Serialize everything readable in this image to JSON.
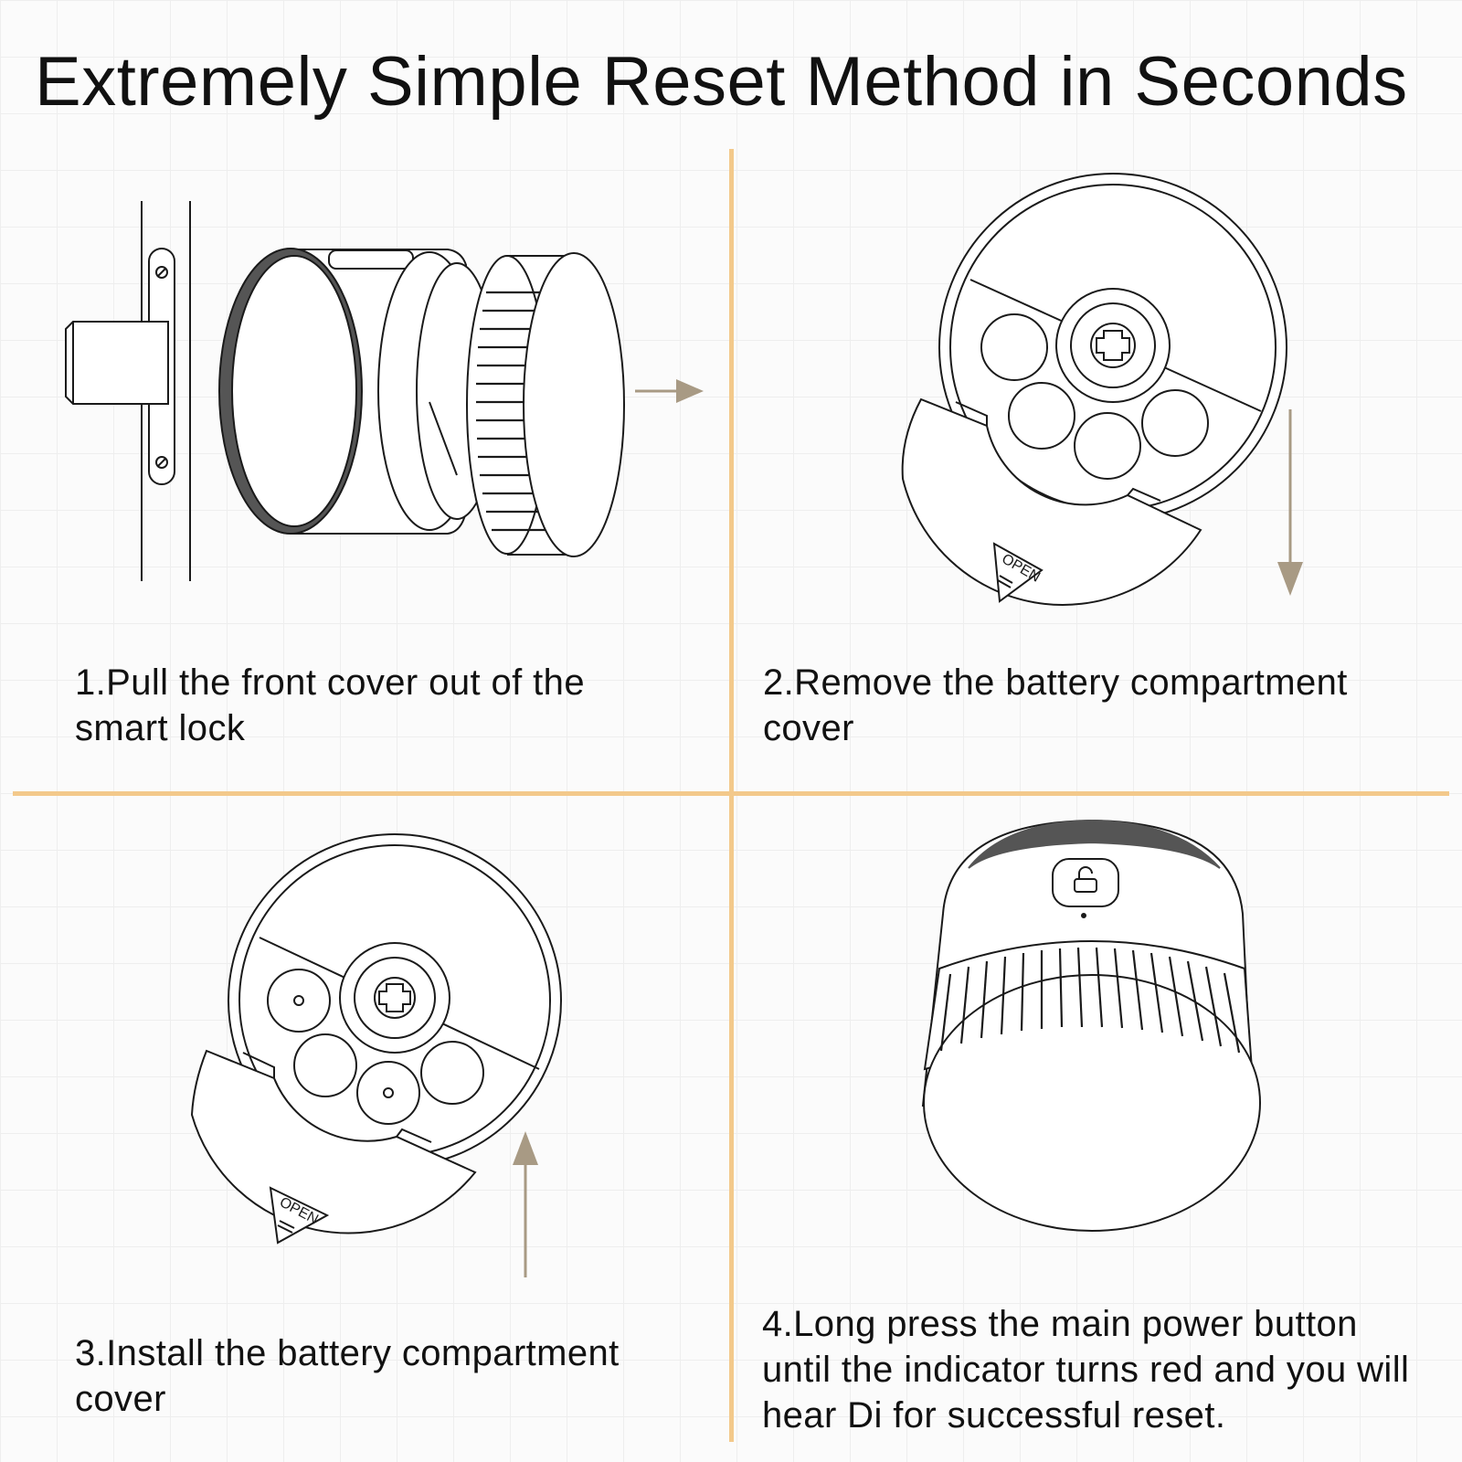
{
  "page": {
    "title": "Extremely Simple Reset Method in Seconds"
  },
  "steps": [
    {
      "caption": "1.Pull the front cover out of the smart lock"
    },
    {
      "caption": "2.Remove the battery compartment cover",
      "badge": "OPEN"
    },
    {
      "caption": "3.Install the battery compartment cover",
      "badge": "OPEN"
    },
    {
      "caption": "4.Long press the main power button until the indicator turns red and you will hear Di for successful reset."
    }
  ],
  "colors": {
    "divider": "#f3c98b",
    "arrow": "#a89a84",
    "line_art": "#1a1a1a",
    "dark_band": "#555555"
  },
  "icons": [
    "arrow-right-icon",
    "arrow-down-icon",
    "arrow-up-icon",
    "lock-icon"
  ]
}
